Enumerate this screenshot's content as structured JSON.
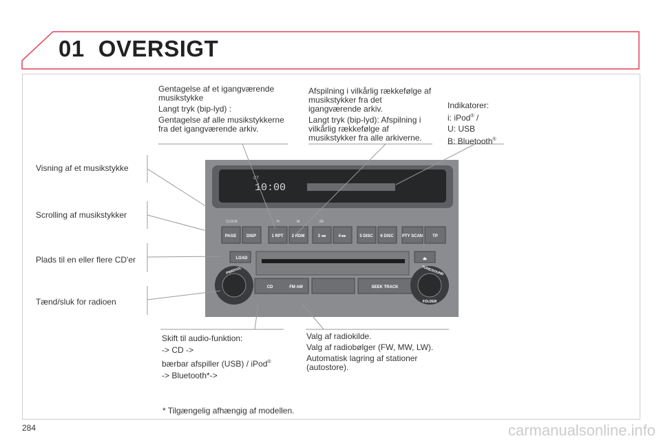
{
  "header": {
    "number": "01",
    "title": "OVERSIGT",
    "accent": "#e0405a"
  },
  "labels": {
    "track_view": "Visning af et musikstykke",
    "scrolling": "Scrolling af musikstykker",
    "cd_slot": "Plads til en eller flere CD'er",
    "power": "Tænd/sluk for radioen",
    "repeat": [
      "Gentagelse af et igangværende musikstykke",
      "Langt tryk (bip-lyd) :",
      "Gentagelse af alle musikstykkerne fra det igangværende arkiv."
    ],
    "random": [
      "Afspilning i vilkårlig rækkefølge af musikstykker fra det igangværende arkiv.",
      "Langt tryk (bip-lyd): Afspilning i vilkårlig rækkefølge af musikstykker fra alle arkiverne."
    ],
    "indicators": [
      "Indikatorer:",
      "i: iPod",
      "/",
      "U: USB",
      "B: Bluetooth"
    ],
    "audio": [
      "Skift til audio-funktion:",
      "-> CD ->",
      "bærbar afspiller (USB) / iPod",
      "-> Bluetooth*->"
    ],
    "source": [
      "Valg af radiokilde.",
      "Valg af radiobølger (FW, MW, LW).",
      "Automatisk lagring af stationer (autostore)."
    ],
    "registered": "®"
  },
  "radio": {
    "clock": "10:00",
    "ct": "CT",
    "top_labels": [
      "CLOCK",
      "H",
      "M",
      ":00"
    ],
    "buttons": [
      "PAGE",
      "DISP",
      "1 RPT",
      "2 RDM",
      "3 ◂◂",
      "4 ▸▸",
      "5 DISC",
      "6 DISC",
      "PTY SCAN",
      "TP"
    ],
    "load": "LOAD",
    "eject": "⏏",
    "cd": "CD",
    "fmam": "FM AM",
    "seek": "SEEK TRACK",
    "pwr": "PWR/VOL",
    "tune": "TUNE/SOUND",
    "folder": "FOLDER"
  },
  "footnote": "* Tilgængelig afhængig af modellen.",
  "page_number": "284",
  "watermark": "carmanualsonline.info"
}
